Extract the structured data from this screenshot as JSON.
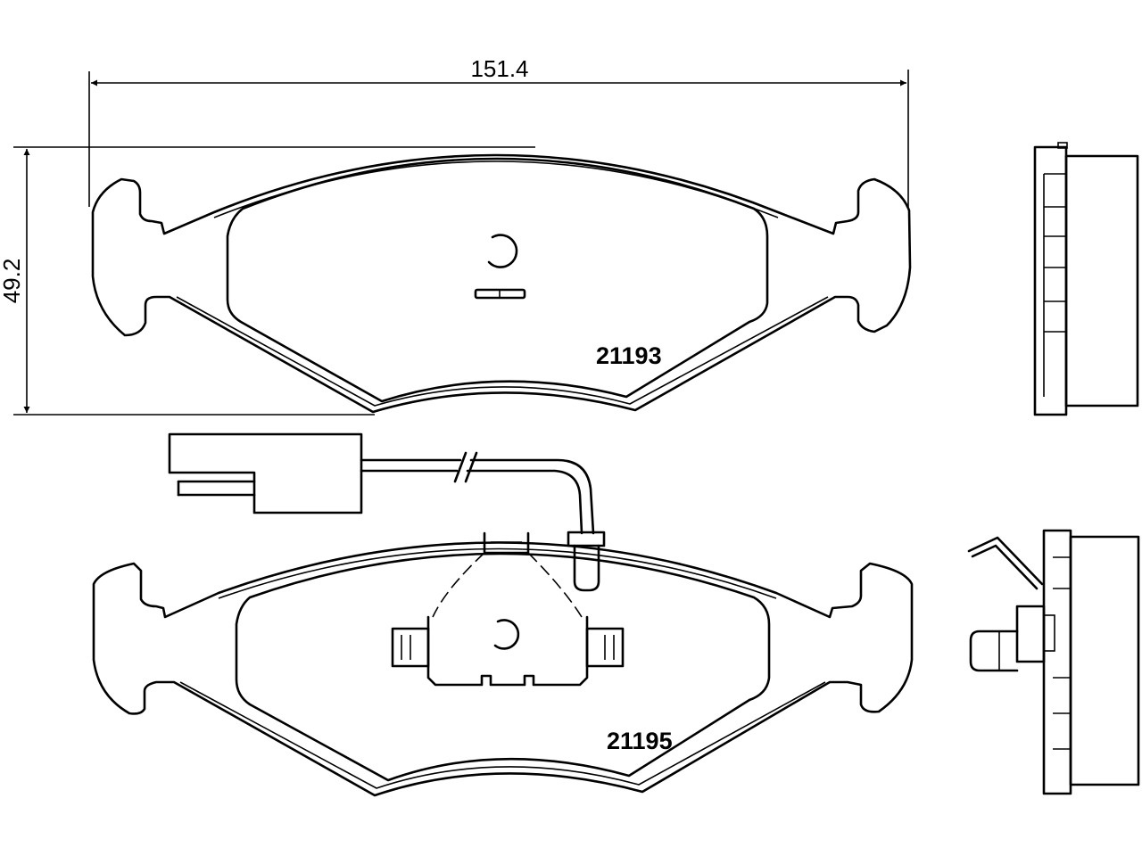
{
  "dimensions": {
    "width_label": "151.4",
    "height_label": "49.2"
  },
  "parts": [
    {
      "label": "21193"
    },
    {
      "label": "21195"
    }
  ]
}
